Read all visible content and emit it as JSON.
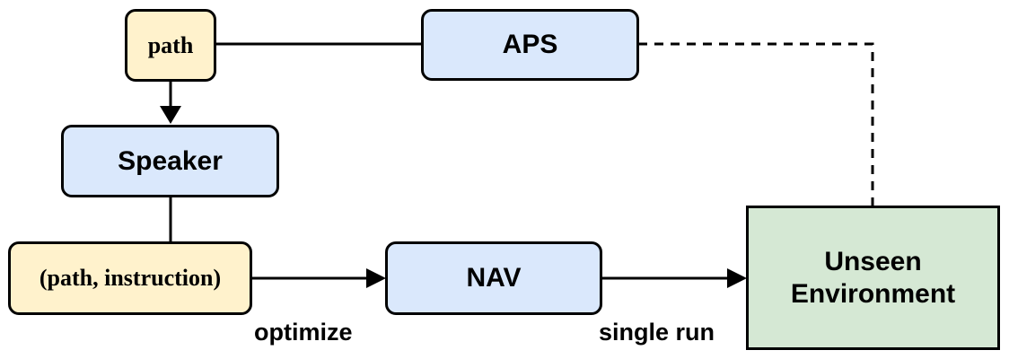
{
  "nodes": {
    "path": "path",
    "aps": "APS",
    "speaker": "Speaker",
    "path_instruction": "(path, instruction)",
    "nav": "NAV",
    "environment_line1": "Unseen",
    "environment_line2": "Environment"
  },
  "edge_labels": {
    "optimize": "optimize",
    "single_run": "single run"
  },
  "colors": {
    "blue_fill": "#dae8fc",
    "yellow_fill": "#fff2cc",
    "green_fill": "#d5e8d4",
    "stroke": "#000000"
  }
}
